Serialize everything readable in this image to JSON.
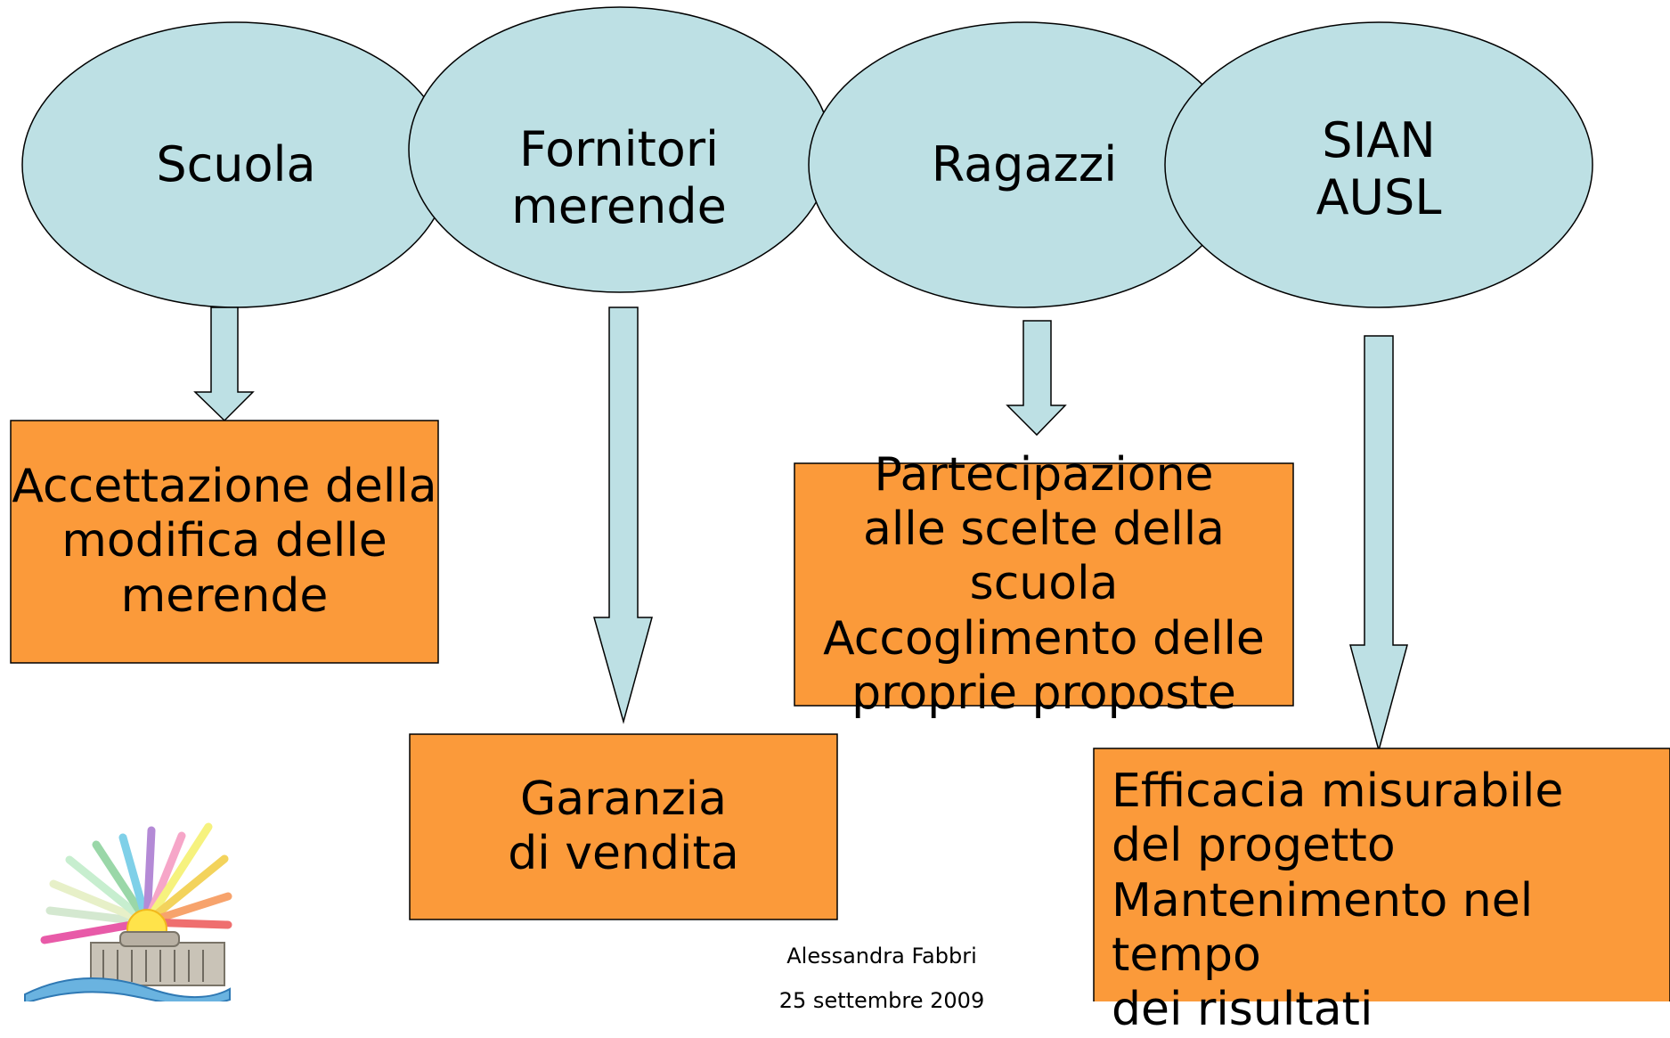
{
  "colors": {
    "ellipse_fill": "#bde0e4",
    "arrow_fill": "#bde0e4",
    "box_fill": "#fb9a3a",
    "stroke": "#000000"
  },
  "ellipses": [
    {
      "label": "Scuola"
    },
    {
      "label": "Fornitori\nmerende"
    },
    {
      "label": "Ragazzi"
    },
    {
      "label": "SIAN\nAUSL"
    }
  ],
  "boxes": [
    {
      "label": "Accettazione della\nmodifica delle\nmerende"
    },
    {
      "label": "Garanzia\ndi vendita"
    },
    {
      "label": "Partecipazione\nalle scelte della scuola\nAccoglimento delle\nproprie proposte"
    },
    {
      "label": "Efficacia misurabile\ndel progetto\nMantenimento nel tempo\ndei risultati"
    }
  ],
  "footer": {
    "author": "Alessandra Fabbri",
    "date": "25 settembre 2009"
  },
  "logo": {
    "icon": "sunburst-palace-logo"
  }
}
